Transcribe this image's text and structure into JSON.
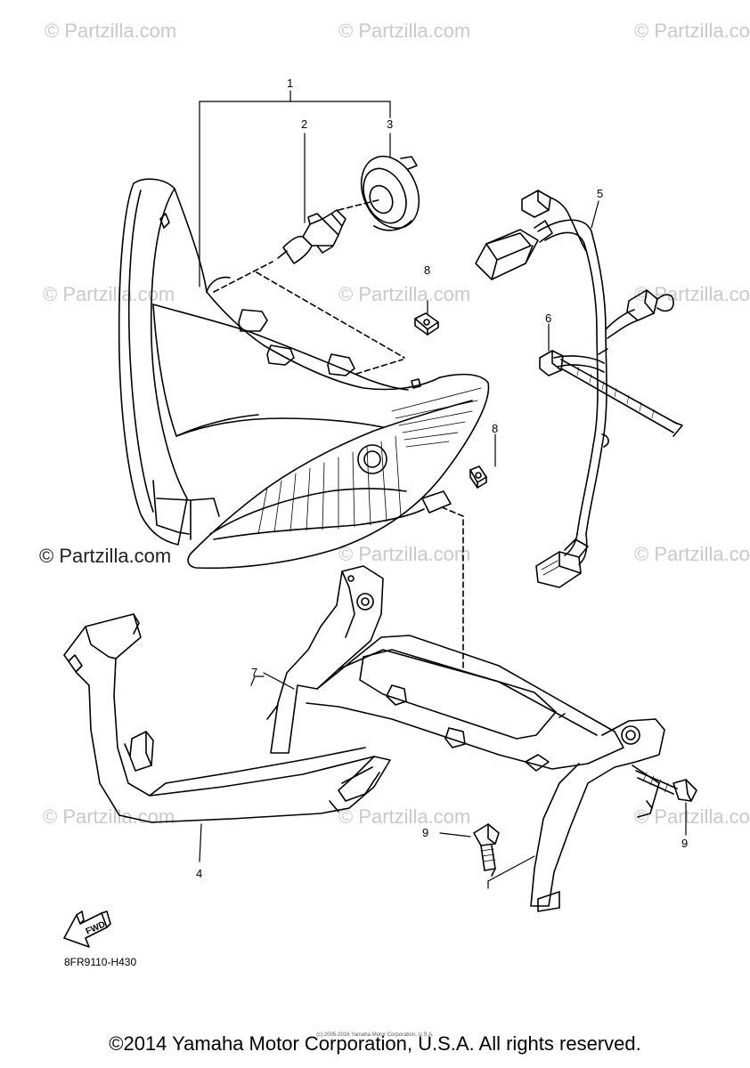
{
  "watermark": {
    "text": "© Partzilla.com",
    "prominent_text": "© Partzilla.com"
  },
  "callouts": {
    "c1": "1",
    "c2": "2",
    "c3": "3",
    "c4": "4",
    "c5": "5",
    "c6": "6",
    "c7": "7",
    "c8a": "8",
    "c8b": "8",
    "c9a": "9",
    "c9b": "9"
  },
  "fwd_label": "FWD",
  "diagram_code": "8FR9110-H430",
  "tiny_notice": "(c) 2005-2016 Yamaha Motor Corporation, U.S.A.",
  "copyright": "©2014 Yamaha Motor Corporation, U.S.A. All rights reserved.",
  "colors": {
    "line": "#000000",
    "watermark": "#c9c9c9"
  }
}
